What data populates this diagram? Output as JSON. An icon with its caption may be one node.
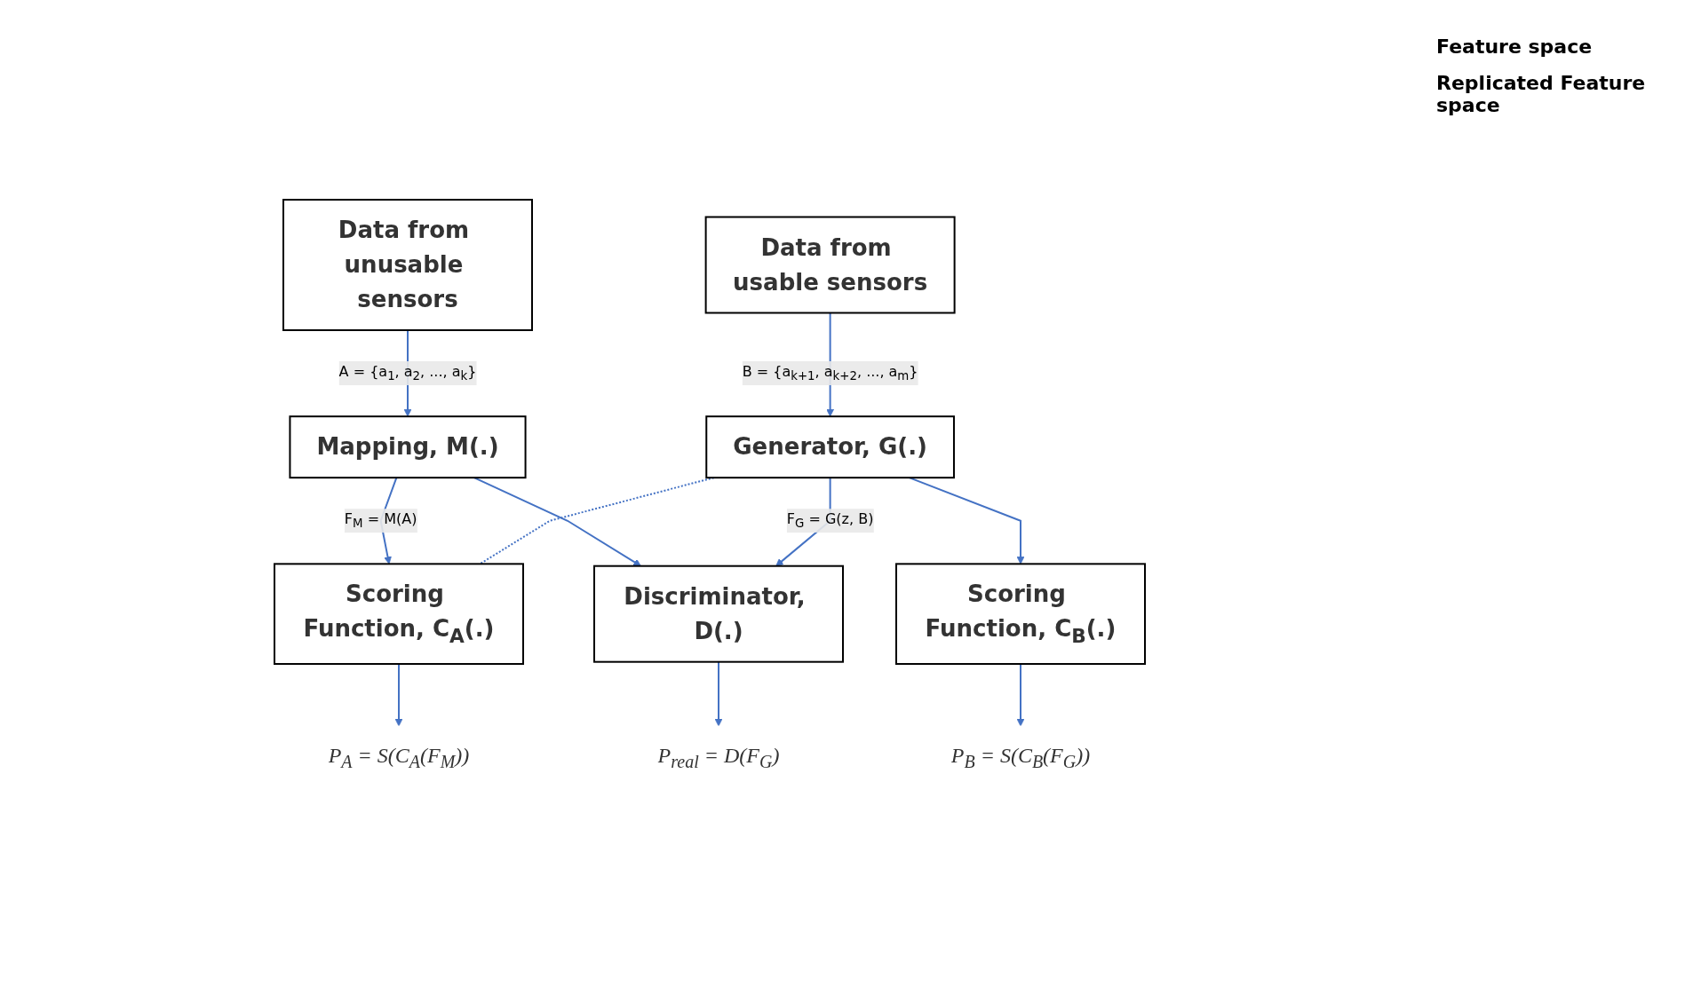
{
  "diagram": {
    "nodes": [
      {
        "text": [
          "Data from unusable sensors"
        ]
      },
      {
        "text": [
          "Data from usable sensors"
        ]
      },
      {
        "text": [
          "Mapping, M(.)"
        ]
      },
      {
        "text": [
          "Generator, G(.)"
        ]
      },
      {
        "text": [
          "Scoring Function, C$_{A}$(.)"
        ]
      },
      {
        "text": [
          "Discriminator, D(.)"
        ]
      },
      {
        "text": [
          "Scoring Function, C$_{B}$(.)"
        ]
      },
      {
        "text": [
          "P$_{A}$ = S(C$_{A}$(F$_{M}$))"
        ]
      },
      {
        "text": [
          "P$_{real}$ = D(F$_{G}$)"
        ]
      },
      {
        "text": [
          "P$_{B}$ = S(C$_{B}$(F$_{G}$))"
        ]
      }
    ],
    "edges": [
      {
        "from": 0,
        "to": 2,
        "arrow": "to",
        "label": "A = {a$_{1}$, a$_{2}$, ..., a$_{k}$}"
      },
      {
        "from": 1,
        "to": 3,
        "arrow": "to",
        "label": "B = {a$_{k+1}$, a$_{k+2}$, ..., a$_{m}$}"
      },
      {
        "from": 2,
        "to": 4,
        "arrow": "to",
        "label": "F$_{M}$ = M(A)"
      },
      {
        "from": 2,
        "to": 5,
        "arrow": "to"
      },
      {
        "from": 3,
        "to": 5,
        "arrow": "to",
        "label": "F$_{G}$ = G(z, B)"
      },
      {
        "from": 3,
        "to": 6,
        "arrow": "to"
      },
      {
        "from": 3,
        "to": 4,
        "arrow": "none",
        "style": "dashed"
      },
      {
        "from": 4,
        "to": 7,
        "arrow": "to"
      },
      {
        "from": 5,
        "to": 8,
        "arrow": "to"
      },
      {
        "from": 6,
        "to": 9,
        "arrow": "to"
      }
    ],
    "labels": [
      "Feature space",
      "Replicated Feature space"
    ]
  }
}
